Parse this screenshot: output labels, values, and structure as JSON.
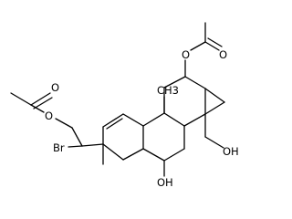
{
  "labels": {
    "ester_o_left": "O",
    "carbonyl_o_left": "O",
    "bromine": "Br",
    "methyl_ring_junction": "CH3",
    "ring_hydroxyl": "OH",
    "ester_o_right": "O",
    "carbonyl_o_right": "O",
    "hydroxymethyl": "OH"
  },
  "colors": {
    "bond": "#000000",
    "text": "#000000",
    "background": "#ffffff"
  }
}
